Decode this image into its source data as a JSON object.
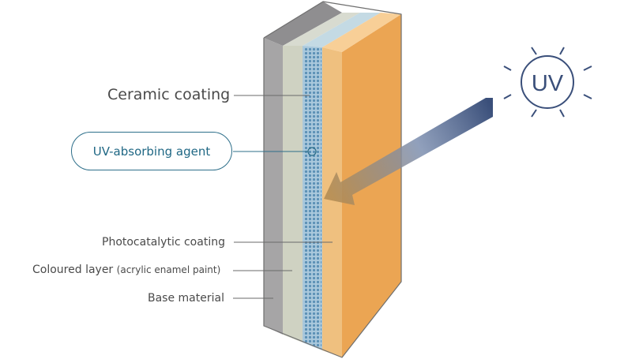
{
  "labels": {
    "ceramic": "Ceramic coating",
    "uv_agent": "UV-absorbing agent",
    "photocatalytic": "Photocatalytic coating",
    "coloured_main": "Coloured layer",
    "coloured_note": "(acrylic enamel paint)",
    "base": "Base material"
  },
  "sun": {
    "text": "UV",
    "icon": "sun-icon"
  },
  "colors": {
    "base_front": "#a6a5a6",
    "base_top": "#8f8e90",
    "coloured_front": "#cfd2c2",
    "coloured_top": "#d8dbd0",
    "ceramic_front": "#a9c8dc",
    "ceramic_dots": "#5b90b5",
    "ceramic_top": "#c4dae4",
    "photo_front": "#efc07f",
    "photo_top": "#f8cf97",
    "orange_side": "#eba553",
    "uv_dark": "#3a4f7a",
    "pill_border": "#2e6f8a"
  }
}
